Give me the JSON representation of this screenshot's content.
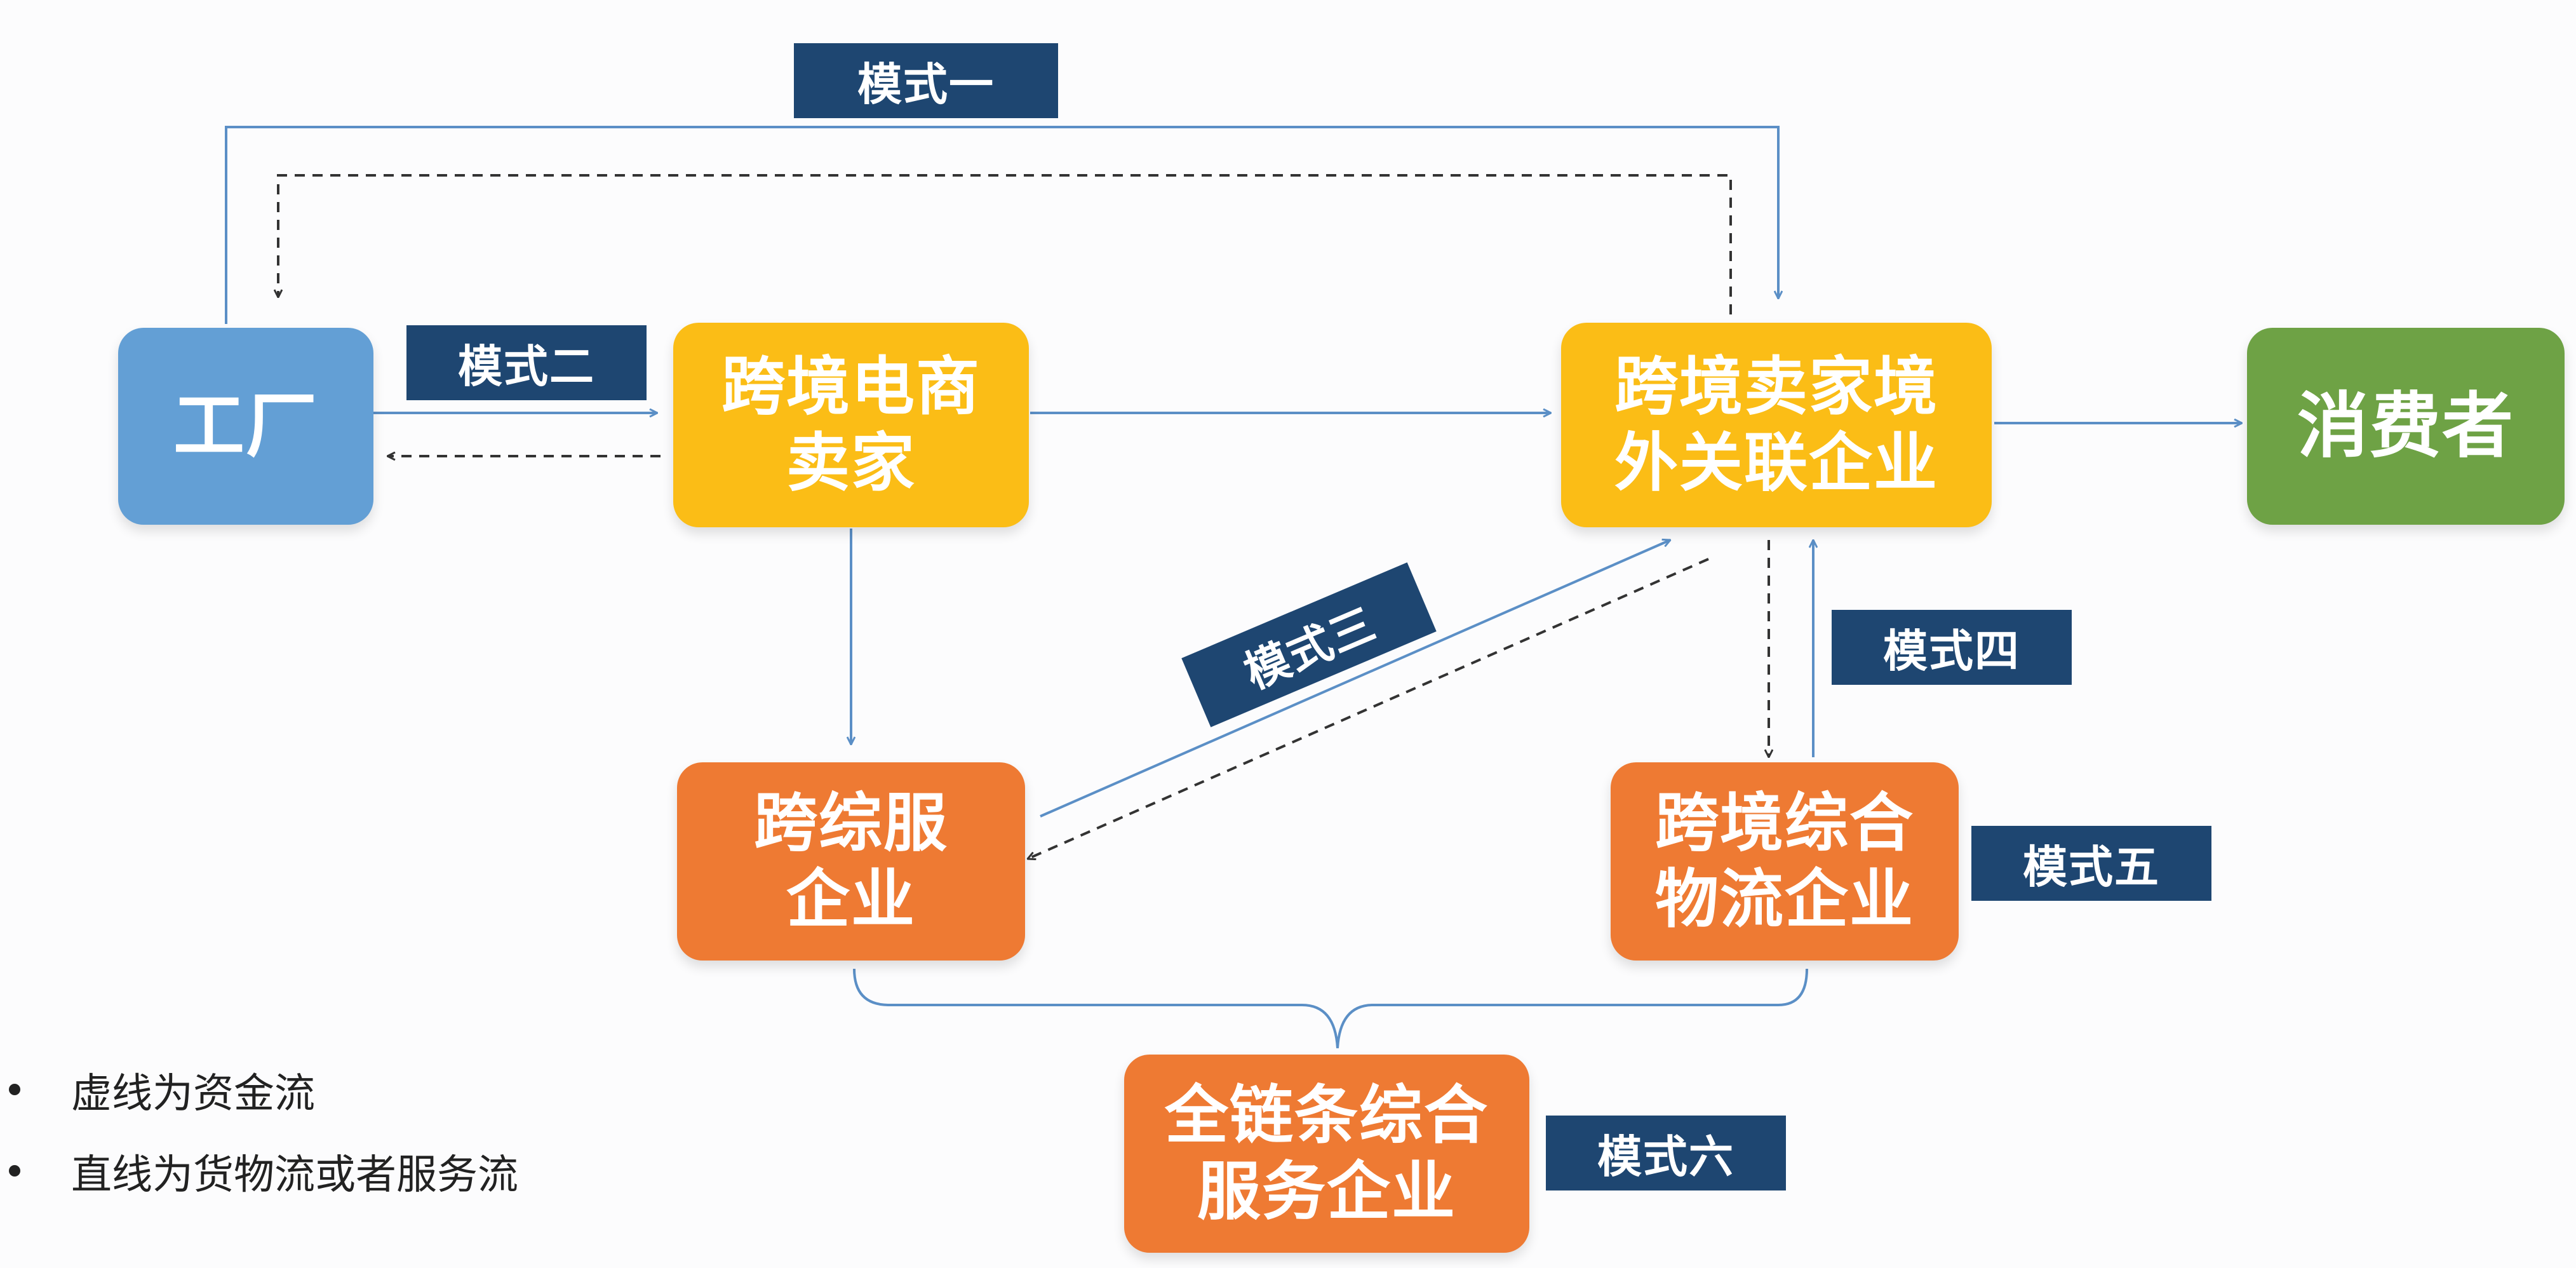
{
  "nodes": {
    "factory": "工厂",
    "seller": "跨境电商\n卖家",
    "overseas": "跨境卖家境\n外关联企业",
    "consumer": "消费者",
    "service": "跨综服\n企业",
    "logistics": "跨境综合\n物流企业",
    "fullchain": "全链条综合\n服务企业"
  },
  "modes": {
    "m1": "模式一",
    "m2": "模式二",
    "m3": "模式三",
    "m4": "模式四",
    "m5": "模式五",
    "m6": "模式六"
  },
  "legend": [
    "虚线为资金流",
    "直线为货物流或者服务流"
  ],
  "colors": {
    "factory": "#639fd5",
    "seller": "#fbbd16",
    "overseas": "#fbbd16",
    "consumer": "#6ea245",
    "service": "#ee7a33",
    "logistics": "#ee7a33",
    "fullchain": "#ee7a33",
    "mode_tag": "#1e4671",
    "solid_line": "#5b8fc6",
    "dashed_line": "#333333"
  }
}
